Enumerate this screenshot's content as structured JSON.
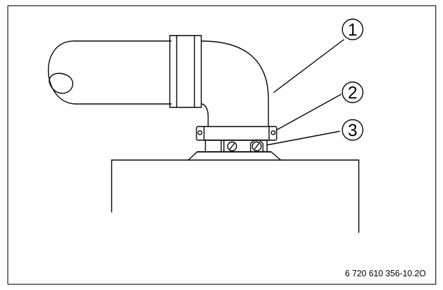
{
  "figure": {
    "callouts": [
      {
        "label": "1",
        "part": "flue-pipe-elbow"
      },
      {
        "label": "2",
        "part": "connector-clamp"
      },
      {
        "label": "3",
        "part": "flue-adapter-base"
      }
    ],
    "figure_code": "6 720 610 356-10.2O"
  },
  "colors": {
    "line": "#000000",
    "background": "#ffffff"
  }
}
